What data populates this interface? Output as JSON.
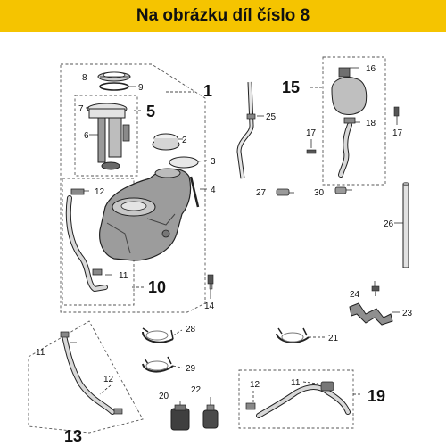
{
  "header": {
    "title": "Na obrázku díl číslo 8",
    "background_color": "#f5c400"
  },
  "callouts": {
    "c1": "1",
    "c2": "2",
    "c3": "3",
    "c4": "4",
    "c5": "5",
    "c6": "6",
    "c7": "7",
    "c8": "8",
    "c9": "9",
    "c10": "10",
    "c11a": "11",
    "c11b": "11",
    "c11c": "11",
    "c12a": "12",
    "c12b": "12",
    "c12c": "12",
    "c13": "13",
    "c14": "14",
    "c15": "15",
    "c16": "16",
    "c17a": "17",
    "c17b": "17",
    "c18": "18",
    "c19": "19",
    "c20": "20",
    "c21": "21",
    "c22": "22",
    "c23": "23",
    "c24": "24",
    "c25": "25",
    "c26": "26",
    "c27": "27",
    "c28": "28",
    "c29": "29",
    "c30": "30"
  },
  "parts": [
    {
      "id": "fuel-tank",
      "number": "1",
      "icon": "fuel-tank-icon"
    },
    {
      "id": "tank-cap",
      "number": "2",
      "icon": "cap-icon"
    },
    {
      "id": "filler-neck-ring",
      "number": "3",
      "icon": "ring-icon"
    },
    {
      "id": "drain-tube",
      "number": "4",
      "icon": "tube-icon"
    },
    {
      "id": "fuel-pump-assembly",
      "number": "5",
      "icon": "fuel-pump-icon"
    },
    {
      "id": "pump-body",
      "number": "6",
      "icon": "pump-body-icon"
    },
    {
      "id": "pump-head",
      "number": "7",
      "icon": "pump-head-icon"
    },
    {
      "id": "lock-ring",
      "number": "8",
      "icon": "lock-ring-icon"
    },
    {
      "id": "o-ring",
      "number": "9",
      "icon": "o-ring-icon"
    },
    {
      "id": "fuel-hose-group",
      "number": "10",
      "icon": "hose-icon"
    },
    {
      "id": "hose-clamp",
      "number": "11",
      "icon": "clamp-icon"
    },
    {
      "id": "fuel-hose",
      "number": "12",
      "icon": "hose-icon"
    },
    {
      "id": "hose-group",
      "number": "13",
      "icon": "hose-icon"
    },
    {
      "id": "bolt",
      "number": "14",
      "icon": "bolt-icon"
    },
    {
      "id": "expansion-tank-group",
      "number": "15",
      "icon": "reservoir-icon"
    },
    {
      "id": "reservoir-cap",
      "number": "16",
      "icon": "cap-icon"
    },
    {
      "id": "screw",
      "number": "17",
      "icon": "screw-icon"
    },
    {
      "id": "reservoir-clamp",
      "number": "18",
      "icon": "clamp-icon"
    },
    {
      "id": "breather-hose-group",
      "number": "19",
      "icon": "hose-icon"
    },
    {
      "id": "fuel-filter",
      "number": "20",
      "icon": "filter-icon"
    },
    {
      "id": "clip",
      "number": "21",
      "icon": "clip-icon"
    },
    {
      "id": "inline-filter",
      "number": "22",
      "icon": "filter-icon"
    },
    {
      "id": "bracket",
      "number": "23",
      "icon": "bracket-icon"
    },
    {
      "id": "bracket-screw",
      "number": "24",
      "icon": "screw-icon"
    },
    {
      "id": "vent-pipe",
      "number": "25",
      "icon": "pipe-icon"
    },
    {
      "id": "straight-pipe",
      "number": "26",
      "icon": "pipe-icon"
    },
    {
      "id": "small-clamp",
      "number": "27",
      "icon": "clamp-icon"
    },
    {
      "id": "hose-clip",
      "number": "28",
      "icon": "clip-icon"
    },
    {
      "id": "spring-clip",
      "number": "29",
      "icon": "clip-icon"
    },
    {
      "id": "reservoir-hose-clamp",
      "number": "30",
      "icon": "clamp-icon"
    }
  ]
}
